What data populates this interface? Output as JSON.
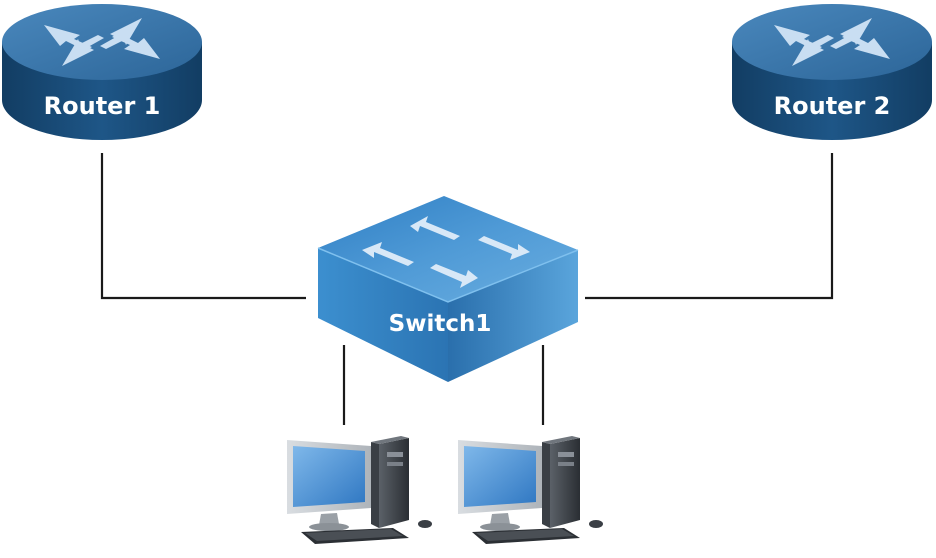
{
  "diagram": {
    "nodes": {
      "router1": {
        "label": "Router 1",
        "icon": "router-icon"
      },
      "router2": {
        "label": "Router 2",
        "icon": "router-icon"
      },
      "switch1": {
        "label": "Switch1",
        "icon": "switch-icon"
      },
      "pc1": {
        "icon": "desktop-computer-icon"
      },
      "pc2": {
        "icon": "desktop-computer-icon"
      }
    },
    "links": [
      {
        "from": "router1",
        "to": "switch1"
      },
      {
        "from": "router2",
        "to": "switch1"
      },
      {
        "from": "switch1",
        "to": "pc1"
      },
      {
        "from": "switch1",
        "to": "pc2"
      }
    ],
    "colors": {
      "router_body": "#1b4f7e",
      "router_top": "#3a78ad",
      "switch_top": "#3f8fd0",
      "switch_front": "#2b78b8",
      "arrow": "#c9def2",
      "link": "#1a1a1a"
    }
  }
}
